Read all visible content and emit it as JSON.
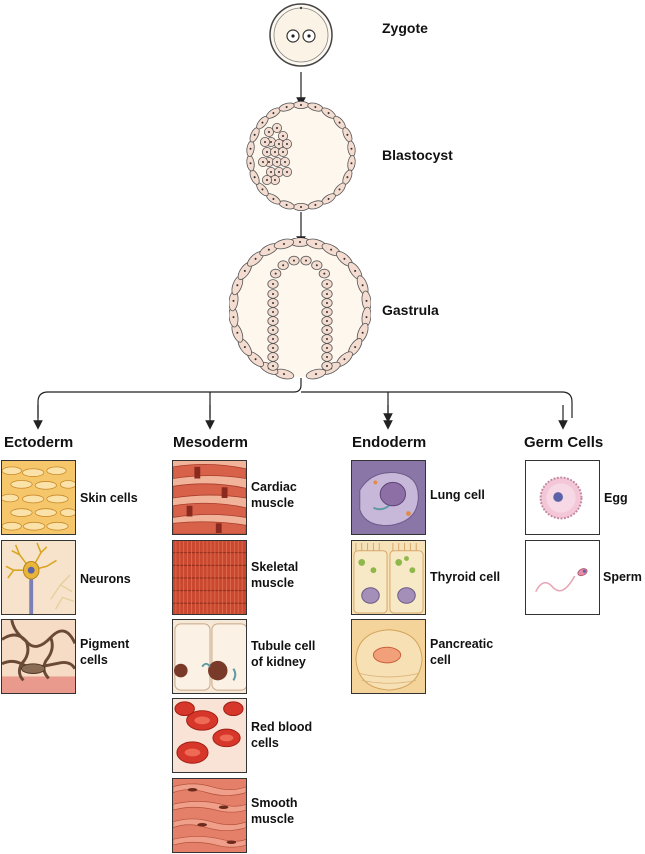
{
  "stages": {
    "zygote": "Zygote",
    "blastocyst": "Blastocyst",
    "gastrula": "Gastrula"
  },
  "layers": {
    "ectoderm": {
      "title": "Ectoderm",
      "cells": [
        "Skin cells",
        "Neurons",
        "Pigment\ncells"
      ]
    },
    "mesoderm": {
      "title": "Mesoderm",
      "cells": [
        "Cardiac\nmuscle",
        "Skeletal\nmuscle",
        "Tubule cell\nof kidney",
        "Red blood\ncells",
        "Smooth\nmuscle"
      ]
    },
    "endoderm": {
      "title": "Endoderm",
      "cells": [
        "Lung cell",
        "Thyroid cell",
        "Pancreatic\ncell"
      ]
    },
    "germ": {
      "title": "Germ Cells",
      "cells": [
        "Egg",
        "Sperm"
      ]
    }
  },
  "colors": {
    "cell_fill": "#f4ddd0",
    "cell_stroke": "#555555",
    "cavity": "#fdf7ee",
    "arrow": "#222222"
  }
}
